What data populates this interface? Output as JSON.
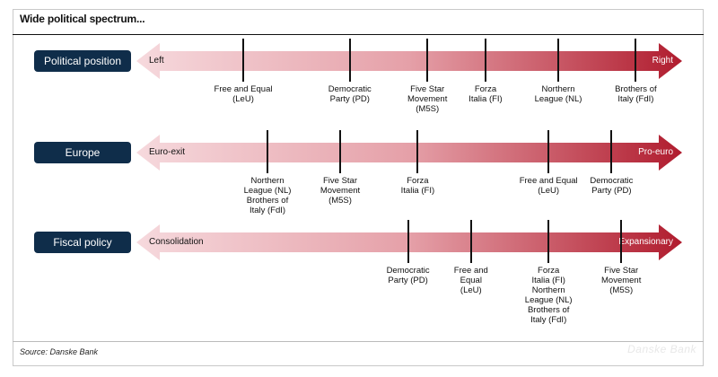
{
  "title": "Wide political spectrum...",
  "source": "Source: Danske Bank",
  "watermark": "Danske Bank",
  "rows": [
    {
      "label": "Political position",
      "left": "Left",
      "right": "Right",
      "parties": [
        {
          "name": "Free and Equal\n(LeU)",
          "pos": 0.15
        },
        {
          "name": "Democratic\nParty (PD)",
          "pos": 0.37
        },
        {
          "name": "Five Star\nMovement\n(M5S)",
          "pos": 0.53
        },
        {
          "name": "Forza\nItalia (FI)",
          "pos": 0.65
        },
        {
          "name": "Northern\nLeague (NL)",
          "pos": 0.8
        },
        {
          "name": "Brothers of\nItaly (FdI)",
          "pos": 0.96
        }
      ]
    },
    {
      "label": "Europe",
      "left": "Euro-exit",
      "right": "Pro-euro",
      "parties": [
        {
          "name": "Northern\nLeague (NL)\nBrothers of\nItaly (FdI)",
          "pos": 0.2
        },
        {
          "name": "Five Star\nMovement\n(M5S)",
          "pos": 0.35
        },
        {
          "name": "Forza\nItalia (FI)",
          "pos": 0.51
        },
        {
          "name": "Free and Equal\n(LeU)",
          "pos": 0.78
        },
        {
          "name": "Democratic\nParty (PD)",
          "pos": 0.91
        }
      ]
    },
    {
      "label": "Fiscal policy",
      "left": "Consolidation",
      "right": "Expansionary",
      "parties": [
        {
          "name": "Democratic\nParty (PD)",
          "pos": 0.49
        },
        {
          "name": "Free and\nEqual\n(LeU)",
          "pos": 0.62
        },
        {
          "name": "Forza\nItalia (FI)\nNorthern\nLeague (NL)\nBrothers of\nItaly (FdI)",
          "pos": 0.78
        },
        {
          "name": "Five Star\nMovement\n(M5S)",
          "pos": 0.93
        }
      ]
    }
  ],
  "colors": {
    "navy": "#0f2d4a",
    "arrow_start": "#f6d9dd",
    "arrow_end": "#b01c2e"
  }
}
